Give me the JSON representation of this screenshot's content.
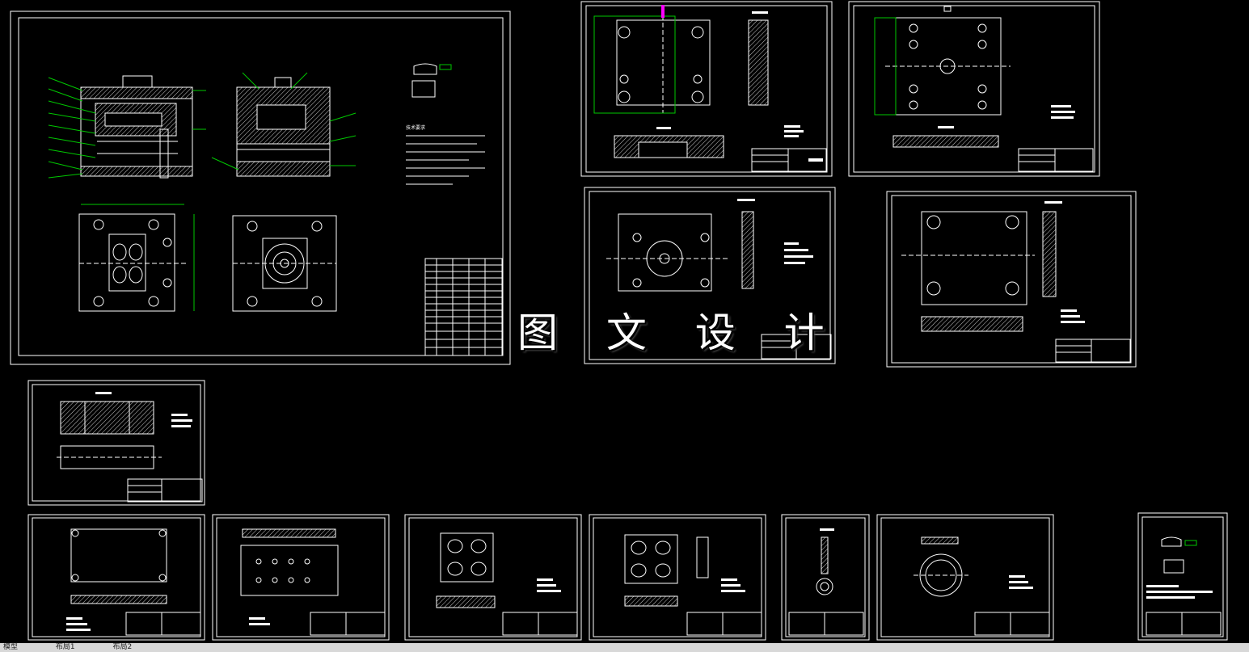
{
  "watermark": {
    "text": "图 文 设 计"
  },
  "status_bar": {
    "items": [
      "模型",
      "布局1",
      "布局2"
    ]
  },
  "sheets": [
    {
      "id": "assembly",
      "notes_title": "技术要求"
    },
    {
      "id": "plate-a"
    },
    {
      "id": "plate-b"
    },
    {
      "id": "plate-c"
    },
    {
      "id": "plate-d"
    },
    {
      "id": "plate-e"
    },
    {
      "id": "small-1"
    },
    {
      "id": "small-2"
    },
    {
      "id": "small-3"
    },
    {
      "id": "small-4"
    },
    {
      "id": "small-5"
    },
    {
      "id": "small-6"
    },
    {
      "id": "small-7"
    },
    {
      "id": "small-8"
    }
  ],
  "colors": {
    "background": "#000000",
    "frame": "#ffffff",
    "dimension": "#00c800",
    "centerline": "#ffff00",
    "tag": "#ff00ff",
    "hatch": "#ffffff"
  }
}
